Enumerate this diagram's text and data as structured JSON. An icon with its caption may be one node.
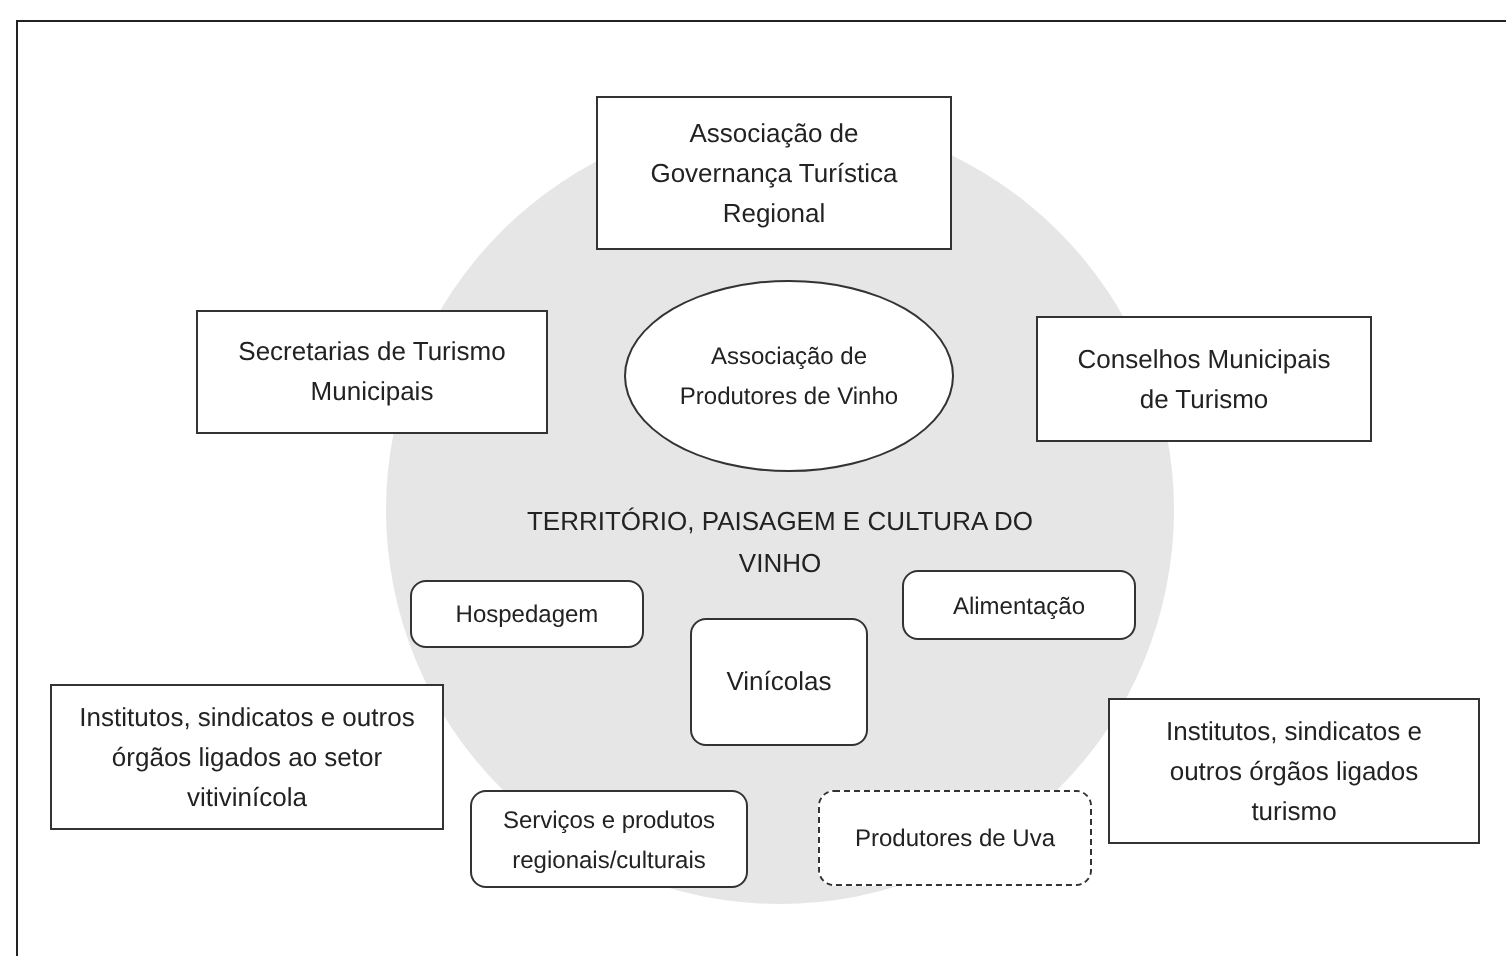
{
  "diagram": {
    "nodes": [
      {
        "text": [
          "TERRITÓRIO, PAISAGEM E CULTURA DO VINHO"
        ]
      },
      {
        "text": [
          "Associação de Governança Turística Regional"
        ]
      },
      {
        "text": [
          "Secretarias de Turismo Municipais"
        ]
      },
      {
        "text": [
          "Associação de Produtores de Vinho"
        ],
        "in": 0
      },
      {
        "text": [
          "Conselhos Municipais de Turismo"
        ]
      },
      {
        "text": [
          "Hospedagem"
        ],
        "in": 0
      },
      {
        "text": [
          "Alimentação"
        ],
        "in": 0
      },
      {
        "text": [
          "Vinícolas"
        ],
        "in": 0
      },
      {
        "text": [
          "Institutos, sindicatos e outros órgãos ligados ao setor vitivinícola"
        ]
      },
      {
        "text": [
          "Institutos, sindicatos e outros órgãos ligados turismo"
        ]
      },
      {
        "text": [
          "Serviços e produtos regionais/culturais"
        ],
        "in": 0
      },
      {
        "text": [
          "Produtores de Uva"
        ],
        "in": 0
      }
    ]
  }
}
